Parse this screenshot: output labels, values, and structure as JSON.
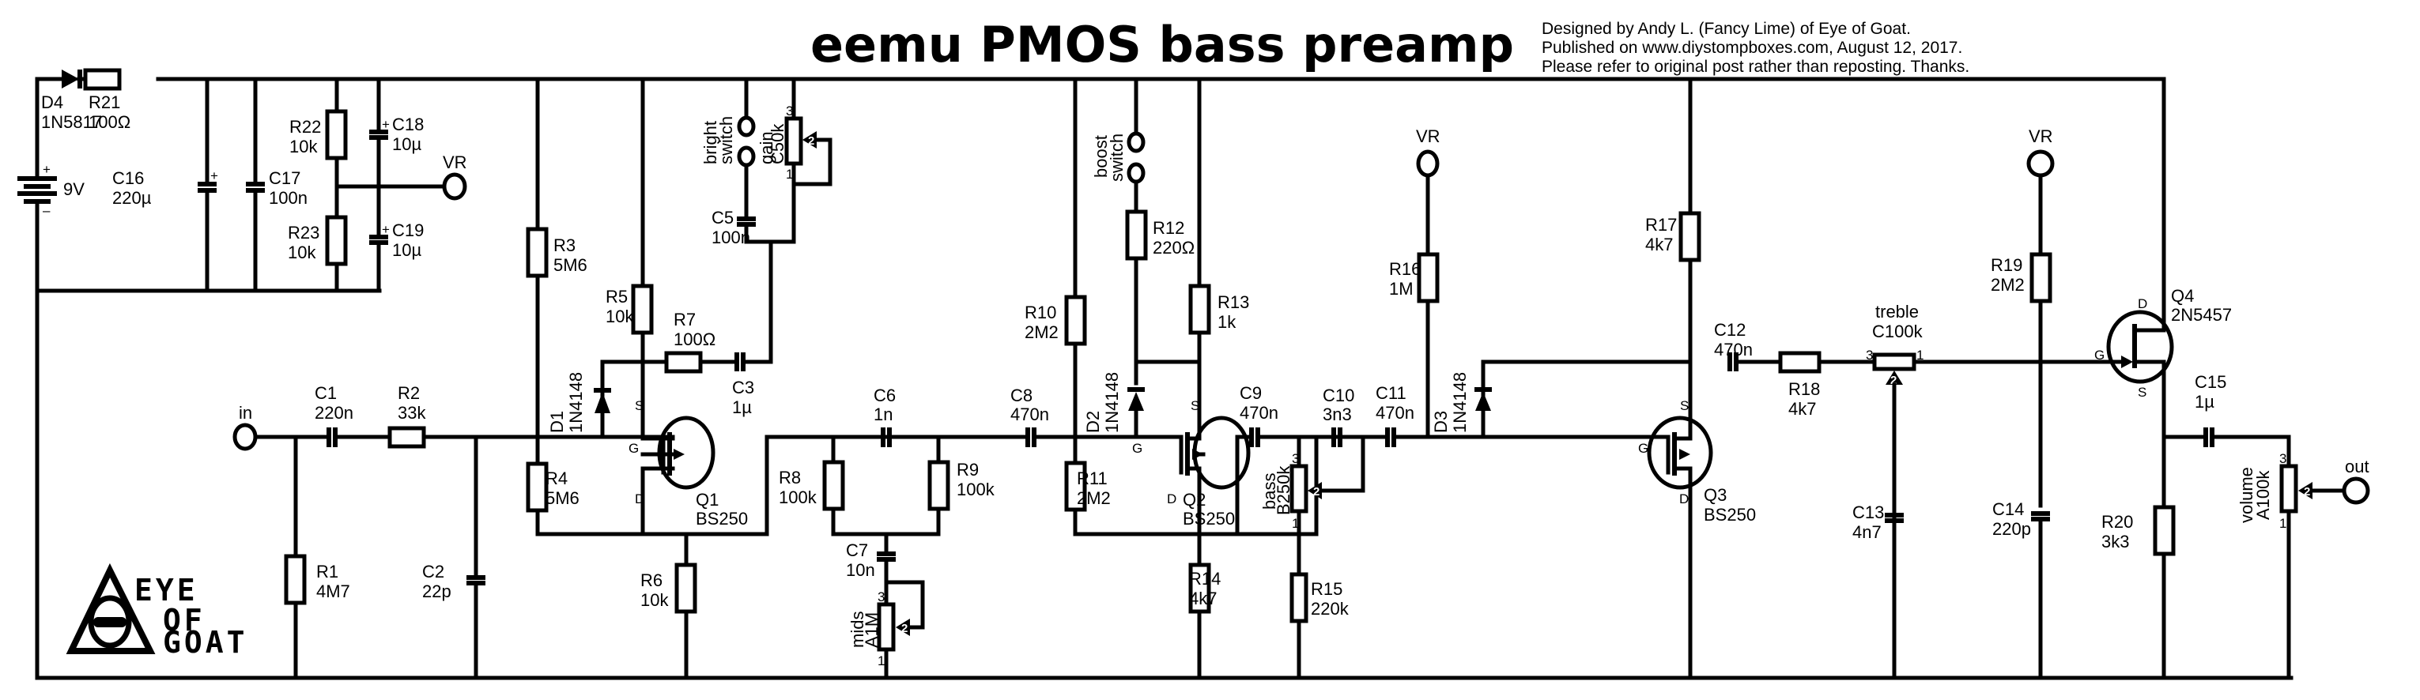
{
  "title": "eemu PMOS bass preamp",
  "credits": [
    "Designed by Andy L. (Fancy Lime) of Eye of Goat.",
    "Published on www.diystompboxes.com, August 12, 2017.",
    "Please refer to original post rather than reposting. Thanks."
  ],
  "logo": {
    "line1": "EYE",
    "line2": "OF",
    "line3": "GOAT"
  },
  "terminals": {
    "in": "in",
    "out": "out",
    "vr": "VR"
  },
  "battery": {
    "label": "9V",
    "plus": "+",
    "minus": "–"
  },
  "polarity_plus": "+",
  "components": {
    "D4": {
      "ref": "D4",
      "value": "1N5817"
    },
    "R21": {
      "ref": "R21",
      "value": "100Ω"
    },
    "C16": {
      "ref": "C16",
      "value": "220µ"
    },
    "C17": {
      "ref": "C17",
      "value": "100n"
    },
    "R22": {
      "ref": "R22",
      "value": "10k"
    },
    "R23": {
      "ref": "R23",
      "value": "10k"
    },
    "C18": {
      "ref": "C18",
      "value": "10µ"
    },
    "C19": {
      "ref": "C19",
      "value": "10µ"
    },
    "C1": {
      "ref": "C1",
      "value": "220n"
    },
    "R2": {
      "ref": "R2",
      "value": "33k"
    },
    "R1": {
      "ref": "R1",
      "value": "4M7"
    },
    "C2": {
      "ref": "C2",
      "value": "22p"
    },
    "R3": {
      "ref": "R3",
      "value": "5M6"
    },
    "R4": {
      "ref": "R4",
      "value": "5M6"
    },
    "D1": {
      "ref": "D1",
      "value": "1N4148"
    },
    "R5": {
      "ref": "R5",
      "value": "10k"
    },
    "R6": {
      "ref": "R6",
      "value": "10k"
    },
    "R7": {
      "ref": "R7",
      "value": "100Ω"
    },
    "C3": {
      "ref": "C3",
      "value": "1µ"
    },
    "C5": {
      "ref": "C5",
      "value": "100n"
    },
    "Q1": {
      "ref": "Q1",
      "value": "BS250"
    },
    "C6": {
      "ref": "C6",
      "value": "1n"
    },
    "R8": {
      "ref": "R8",
      "value": "100k"
    },
    "R9": {
      "ref": "R9",
      "value": "100k"
    },
    "C7": {
      "ref": "C7",
      "value": "10n"
    },
    "C8": {
      "ref": "C8",
      "value": "470n"
    },
    "R10": {
      "ref": "R10",
      "value": "2M2"
    },
    "R11": {
      "ref": "R11",
      "value": "2M2"
    },
    "D2": {
      "ref": "D2",
      "value": "1N4148"
    },
    "R12": {
      "ref": "R12",
      "value": "220Ω"
    },
    "R13": {
      "ref": "R13",
      "value": "1k"
    },
    "R14": {
      "ref": "R14",
      "value": "4k7"
    },
    "Q2": {
      "ref": "Q2",
      "value": "BS250"
    },
    "C9": {
      "ref": "C9",
      "value": "470n"
    },
    "C10": {
      "ref": "C10",
      "value": "3n3"
    },
    "C11": {
      "ref": "C11",
      "value": "470n"
    },
    "R15": {
      "ref": "R15",
      "value": "220k"
    },
    "R16": {
      "ref": "R16",
      "value": "1M"
    },
    "D3": {
      "ref": "D3",
      "value": "1N4148"
    },
    "R17": {
      "ref": "R17",
      "value": "4k7"
    },
    "Q3": {
      "ref": "Q3",
      "value": "BS250"
    },
    "C12": {
      "ref": "C12",
      "value": "470n"
    },
    "R18": {
      "ref": "R18",
      "value": "4k7"
    },
    "C13": {
      "ref": "C13",
      "value": "4n7"
    },
    "R19": {
      "ref": "R19",
      "value": "2M2"
    },
    "C14": {
      "ref": "C14",
      "value": "220p"
    },
    "Q4": {
      "ref": "Q4",
      "value": "2N5457"
    },
    "C15": {
      "ref": "C15",
      "value": "1µ"
    },
    "R20": {
      "ref": "R20",
      "value": "3k3"
    }
  },
  "pots": {
    "gain": {
      "name": "gain",
      "value": "C50k"
    },
    "mids": {
      "name": "mids",
      "value": "A1M"
    },
    "bass": {
      "name": "bass",
      "value": "B250k"
    },
    "treble": {
      "name": "treble",
      "value": "C100k"
    },
    "volume": {
      "name": "volume",
      "value": "A100k"
    }
  },
  "pot_pins": {
    "p1": "1",
    "p2": "2",
    "p3": "3"
  },
  "switches": {
    "bright": {
      "line1": "bright",
      "line2": "switch"
    },
    "boost": {
      "line1": "boost",
      "line2": "switch"
    }
  },
  "fet_pins": {
    "g": "G",
    "d": "D",
    "s": "S"
  }
}
